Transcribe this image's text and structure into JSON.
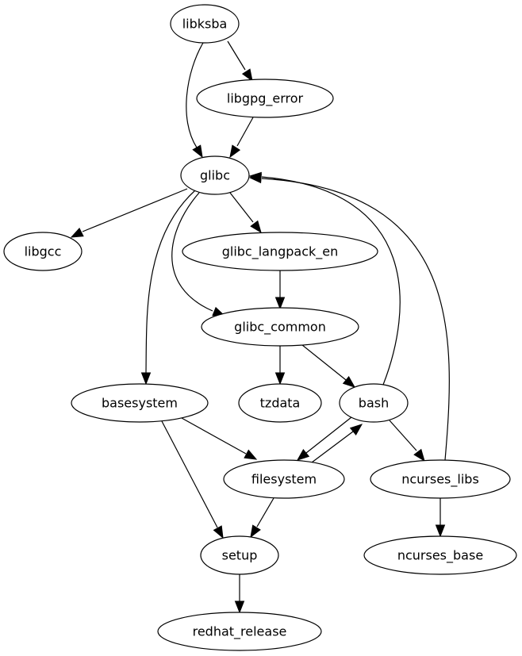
{
  "graph": {
    "type": "directed-dependency-graph",
    "nodes": [
      {
        "id": "libksba",
        "label": "libksba"
      },
      {
        "id": "libgpg_error",
        "label": "libgpg_error"
      },
      {
        "id": "glibc",
        "label": "glibc"
      },
      {
        "id": "libgcc",
        "label": "libgcc"
      },
      {
        "id": "glibc_langpack_en",
        "label": "glibc_langpack_en"
      },
      {
        "id": "glibc_common",
        "label": "glibc_common"
      },
      {
        "id": "basesystem",
        "label": "basesystem"
      },
      {
        "id": "tzdata",
        "label": "tzdata"
      },
      {
        "id": "bash",
        "label": "bash"
      },
      {
        "id": "filesystem",
        "label": "filesystem"
      },
      {
        "id": "ncurses_libs",
        "label": "ncurses_libs"
      },
      {
        "id": "setup",
        "label": "setup"
      },
      {
        "id": "ncurses_base",
        "label": "ncurses_base"
      },
      {
        "id": "redhat_release",
        "label": "redhat_release"
      }
    ],
    "edges": [
      {
        "from": "libksba",
        "to": "libgpg_error"
      },
      {
        "from": "libksba",
        "to": "glibc"
      },
      {
        "from": "libgpg_error",
        "to": "glibc"
      },
      {
        "from": "glibc",
        "to": "libgcc"
      },
      {
        "from": "glibc",
        "to": "glibc_langpack_en"
      },
      {
        "from": "glibc",
        "to": "glibc_common"
      },
      {
        "from": "glibc",
        "to": "basesystem"
      },
      {
        "from": "glibc_langpack_en",
        "to": "glibc_common"
      },
      {
        "from": "glibc_common",
        "to": "tzdata"
      },
      {
        "from": "glibc_common",
        "to": "bash"
      },
      {
        "from": "bash",
        "to": "glibc"
      },
      {
        "from": "bash",
        "to": "filesystem"
      },
      {
        "from": "bash",
        "to": "ncurses_libs"
      },
      {
        "from": "filesystem",
        "to": "bash"
      },
      {
        "from": "ncurses_libs",
        "to": "glibc"
      },
      {
        "from": "ncurses_libs",
        "to": "ncurses_base"
      },
      {
        "from": "basesystem",
        "to": "filesystem"
      },
      {
        "from": "basesystem",
        "to": "setup"
      },
      {
        "from": "filesystem",
        "to": "setup"
      },
      {
        "from": "setup",
        "to": "redhat_release"
      }
    ]
  }
}
